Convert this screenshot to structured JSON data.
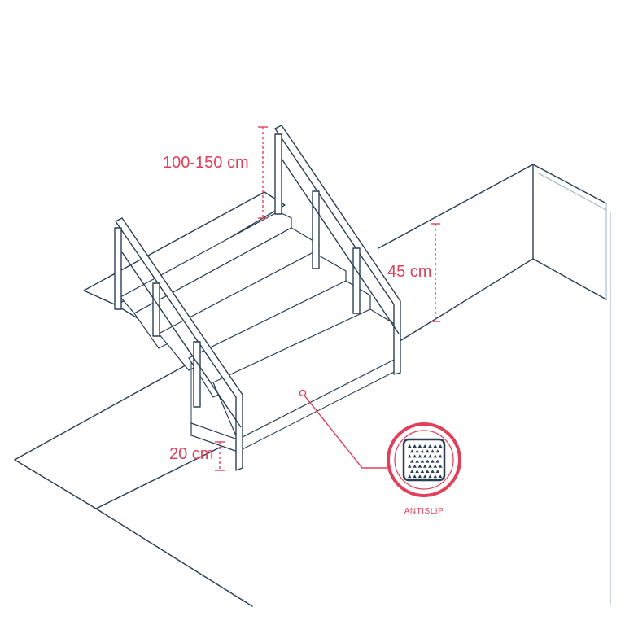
{
  "dimensions": {
    "handrail_height": "100-150 cm",
    "pool_wall_height": "45 cm",
    "step_height": "20 cm"
  },
  "callout": {
    "label": "ANTISLIP",
    "icon": "antislip-pattern-icon"
  },
  "colors": {
    "outline": "#2a3f55",
    "accent": "#e0405a",
    "background": "#ffffff"
  }
}
